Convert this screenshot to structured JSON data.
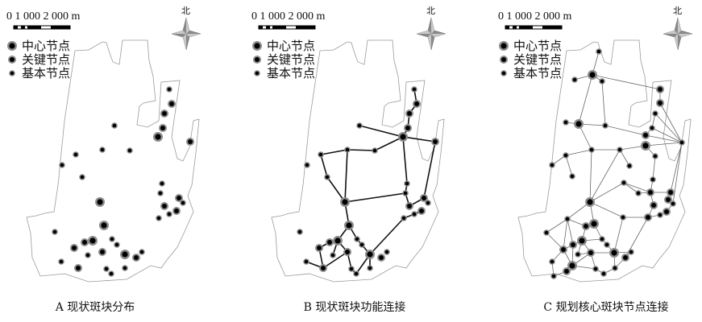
{
  "panels": [
    {
      "id": "A",
      "caption": "A 现状斑块分布"
    },
    {
      "id": "B",
      "caption": "B 现状斑块功能连接"
    },
    {
      "id": "C",
      "caption": "C 规划核心斑块节点连接"
    }
  ],
  "scale_bar": {
    "label": "0   1 000  2 000 m"
  },
  "north_label": "北",
  "legend": [
    {
      "type": "center",
      "label": "中心节点"
    },
    {
      "type": "key",
      "label": "关键节点"
    },
    {
      "type": "basic",
      "label": "基本节点"
    }
  ],
  "colors": {
    "node_fill": "#000000",
    "node_halo": "#8c8c8c",
    "boundary": "#9a9a9a",
    "link": "#111111",
    "planned_link": "#666666"
  }
}
